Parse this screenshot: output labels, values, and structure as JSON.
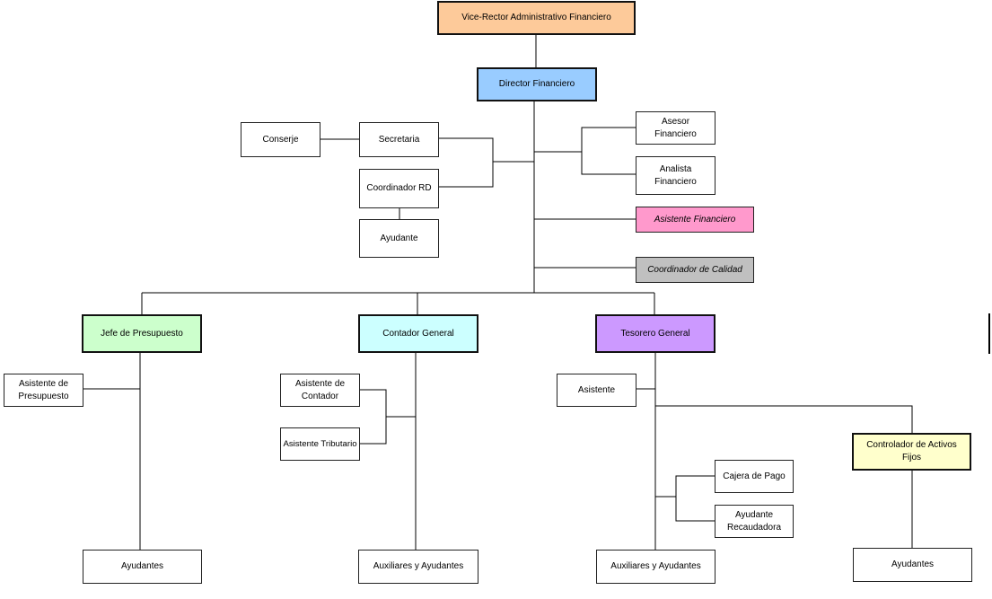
{
  "nodes": {
    "vice_rector": {
      "label": "Vice-Rector Administrativo Financiero",
      "color": "#fdca9a"
    },
    "director": {
      "label": "Director Financiero",
      "color": "#99ccff"
    },
    "conserje": {
      "label": "Conserje"
    },
    "secretaria": {
      "label": "Secretaria"
    },
    "coordinador_rd": {
      "label": "Coordinador RD"
    },
    "ayudante": {
      "label": "Ayudante"
    },
    "asesor": {
      "label": "Asesor Financiero"
    },
    "analista": {
      "label": "Analista Financiero"
    },
    "asistente_financiero": {
      "label": "Asistente Financiero",
      "color": "#ff99cc"
    },
    "coordinador_calidad": {
      "label": "Coordinador de Calidad",
      "color": "#c0c0c0"
    },
    "jefe_presupuesto": {
      "label": "Jefe de Presupuesto",
      "color": "#ccffcc"
    },
    "contador_general": {
      "label": "Contador General",
      "color": "#ccffff"
    },
    "tesorero_general": {
      "label": "Tesorero General",
      "color": "#cc99ff"
    },
    "asistente_presupuesto": {
      "label": "Asistente de Presupuesto"
    },
    "asistente_contador": {
      "label": "Asistente de Contador"
    },
    "asistente_tributario": {
      "label": "Asistente Tributario"
    },
    "asistente_tesoreria": {
      "label": "Asistente"
    },
    "cajera_pago": {
      "label": "Cajera de Pago"
    },
    "ayudante_recaudadora": {
      "label": "Ayudante Recaudadora"
    },
    "controlador_activos": {
      "label": "Controlador de Activos Fijos",
      "color": "#ffffcc"
    },
    "ayudantes_presupuesto": {
      "label": "Ayudantes"
    },
    "auxiliares_contador": {
      "label": "Auxiliares y Ayudantes"
    },
    "auxiliares_tesorero": {
      "label": "Auxiliares y Ayudantes"
    },
    "ayudantes_activos": {
      "label": "Ayudantes"
    }
  }
}
